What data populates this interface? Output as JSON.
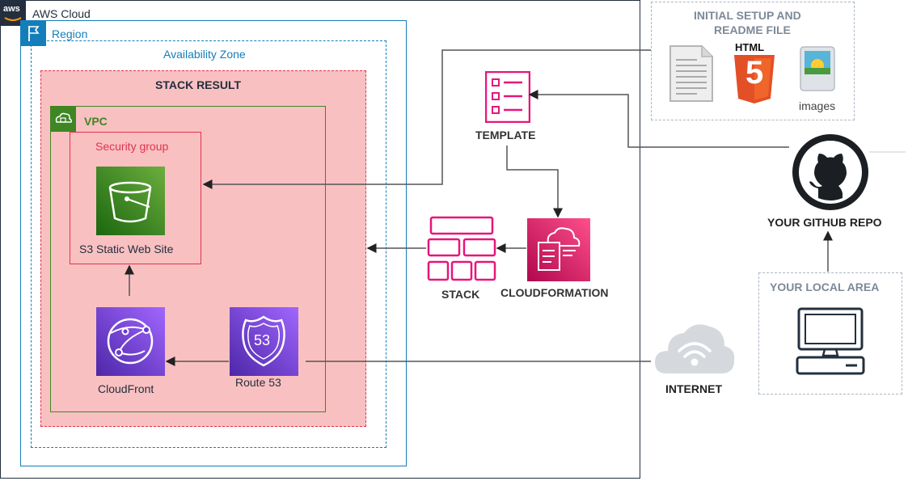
{
  "aws_cloud": {
    "badge": "aws",
    "label": "AWS Cloud"
  },
  "region": {
    "label": "Region"
  },
  "availability_zone": {
    "label": "Availability Zone"
  },
  "stack_result": {
    "label": "STACK RESULT"
  },
  "vpc": {
    "label": "VPC"
  },
  "security_group": {
    "label": "Security group"
  },
  "s3": {
    "label": "S3 Static Web Site"
  },
  "cloudfront": {
    "label": "CloudFront"
  },
  "route53": {
    "label": "Route 53",
    "badge": "53"
  },
  "template": {
    "label": "TEMPLATE"
  },
  "stack": {
    "label": "STACK"
  },
  "cloudformation": {
    "label": "CLOUDFORMATION"
  },
  "initial_setup": {
    "title_line1": "INITIAL SETUP AND",
    "title_line2": "README FILE",
    "html_badge": "HTML",
    "html_digit": "5",
    "images_label": "images"
  },
  "github": {
    "label": "YOUR GITHUB REPO"
  },
  "local_area": {
    "label": "YOUR LOCAL AREA"
  },
  "internet": {
    "label": "INTERNET"
  },
  "colors": {
    "aws_dark": "#232f3e",
    "region_blue": "#147eba",
    "vpc_green": "#3f8624",
    "sg_red": "#dd344c",
    "stack_pink": "#f9c0c2",
    "cloudformation_pink": "#e7157b",
    "route53_purple": "#6b38d6",
    "s3_green": "#3f8624",
    "gray_border": "#aab7c4"
  }
}
